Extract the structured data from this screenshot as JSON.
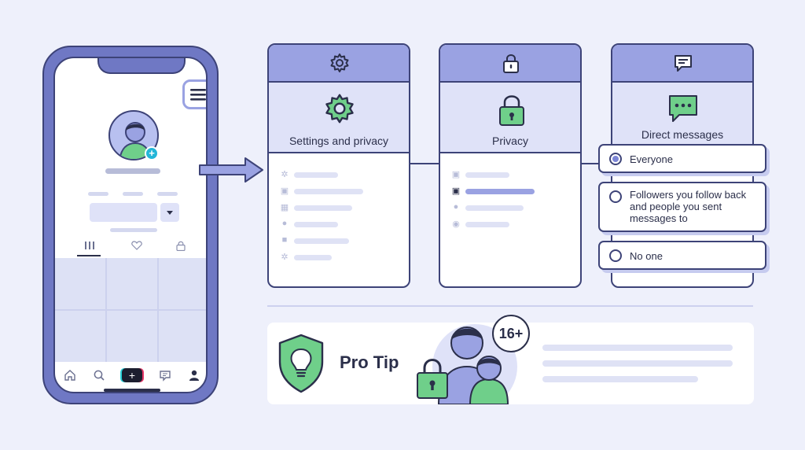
{
  "panels": {
    "settings": {
      "title": "Settings and privacy",
      "header_icon": "gear-icon",
      "main_icon": "gear-icon"
    },
    "privacy": {
      "title": "Privacy",
      "header_icon": "lock-icon",
      "main_icon": "lock-icon"
    },
    "direct_messages": {
      "title": "Direct messages",
      "header_icon": "chat-icon",
      "main_icon": "chat-dots-icon",
      "options": [
        {
          "label": "Everyone",
          "selected": true
        },
        {
          "label": "Followers you follow back and people you sent messages to",
          "selected": false
        },
        {
          "label": "No one",
          "selected": false
        }
      ]
    }
  },
  "tip": {
    "title": "Pro Tip",
    "age_badge": "16+"
  },
  "colors": {
    "accent": "#9aa2e2",
    "outline": "#3d4378",
    "green": "#6fcf8a",
    "background": "#eef0fb"
  }
}
